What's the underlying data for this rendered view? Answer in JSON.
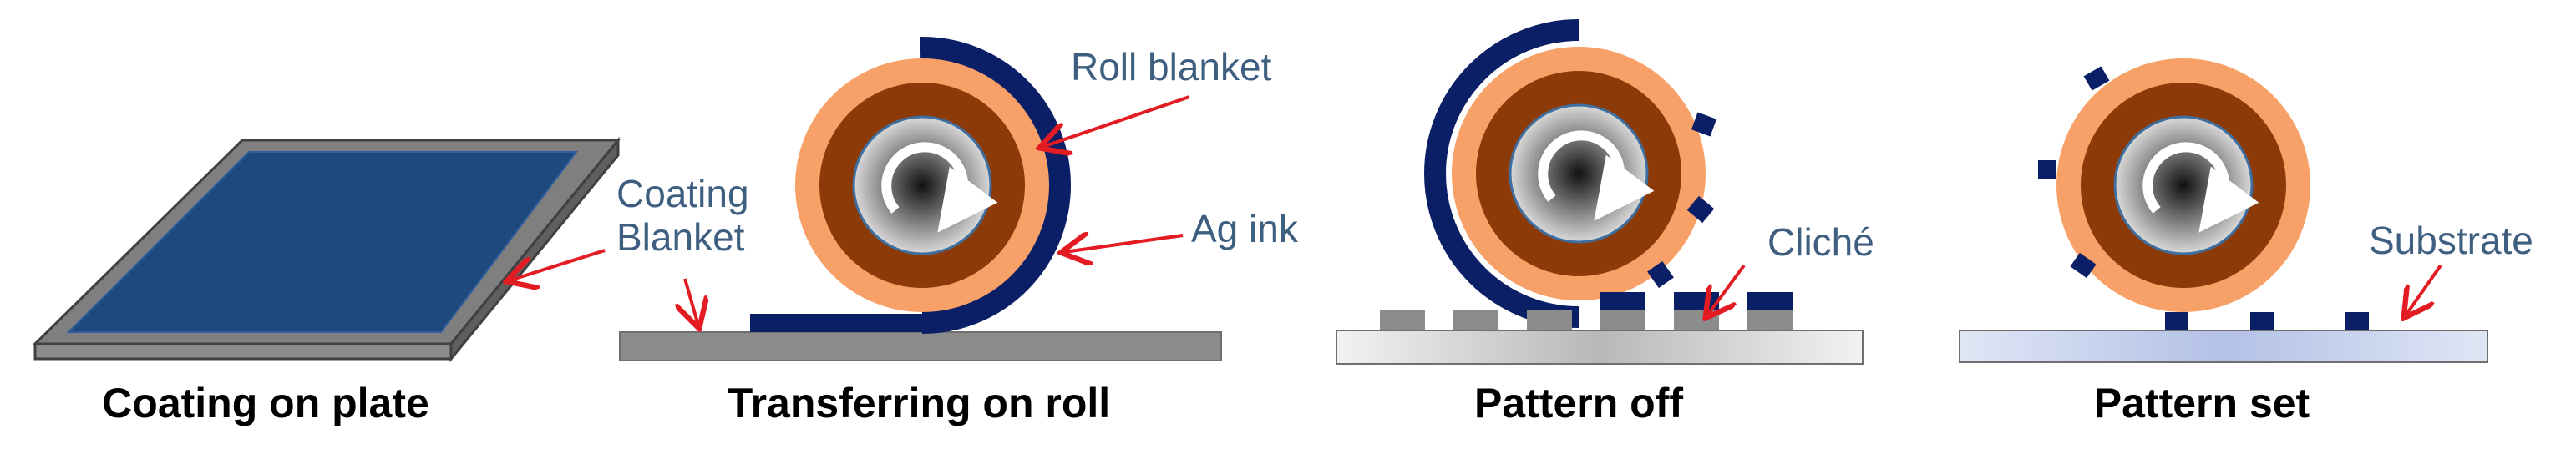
{
  "panels": [
    {
      "caption": "Coating on plate",
      "annotations": [
        "Coating",
        "Blanket"
      ]
    },
    {
      "caption": "Transferring on roll",
      "annotations": [
        "Roll blanket",
        "Ag ink"
      ]
    },
    {
      "caption": "Pattern off",
      "annotations": [
        "Cliché"
      ]
    },
    {
      "caption": "Pattern set",
      "annotations": [
        "Substrate"
      ]
    }
  ],
  "colors": {
    "plate": "#7f7f7f",
    "coating": "#1f497d",
    "ink": "#0b1f66",
    "roll_blanket": "#f7a068",
    "roll_body": "#8b3a08",
    "arrow": "#e31c23",
    "label": "#3f5f80"
  }
}
